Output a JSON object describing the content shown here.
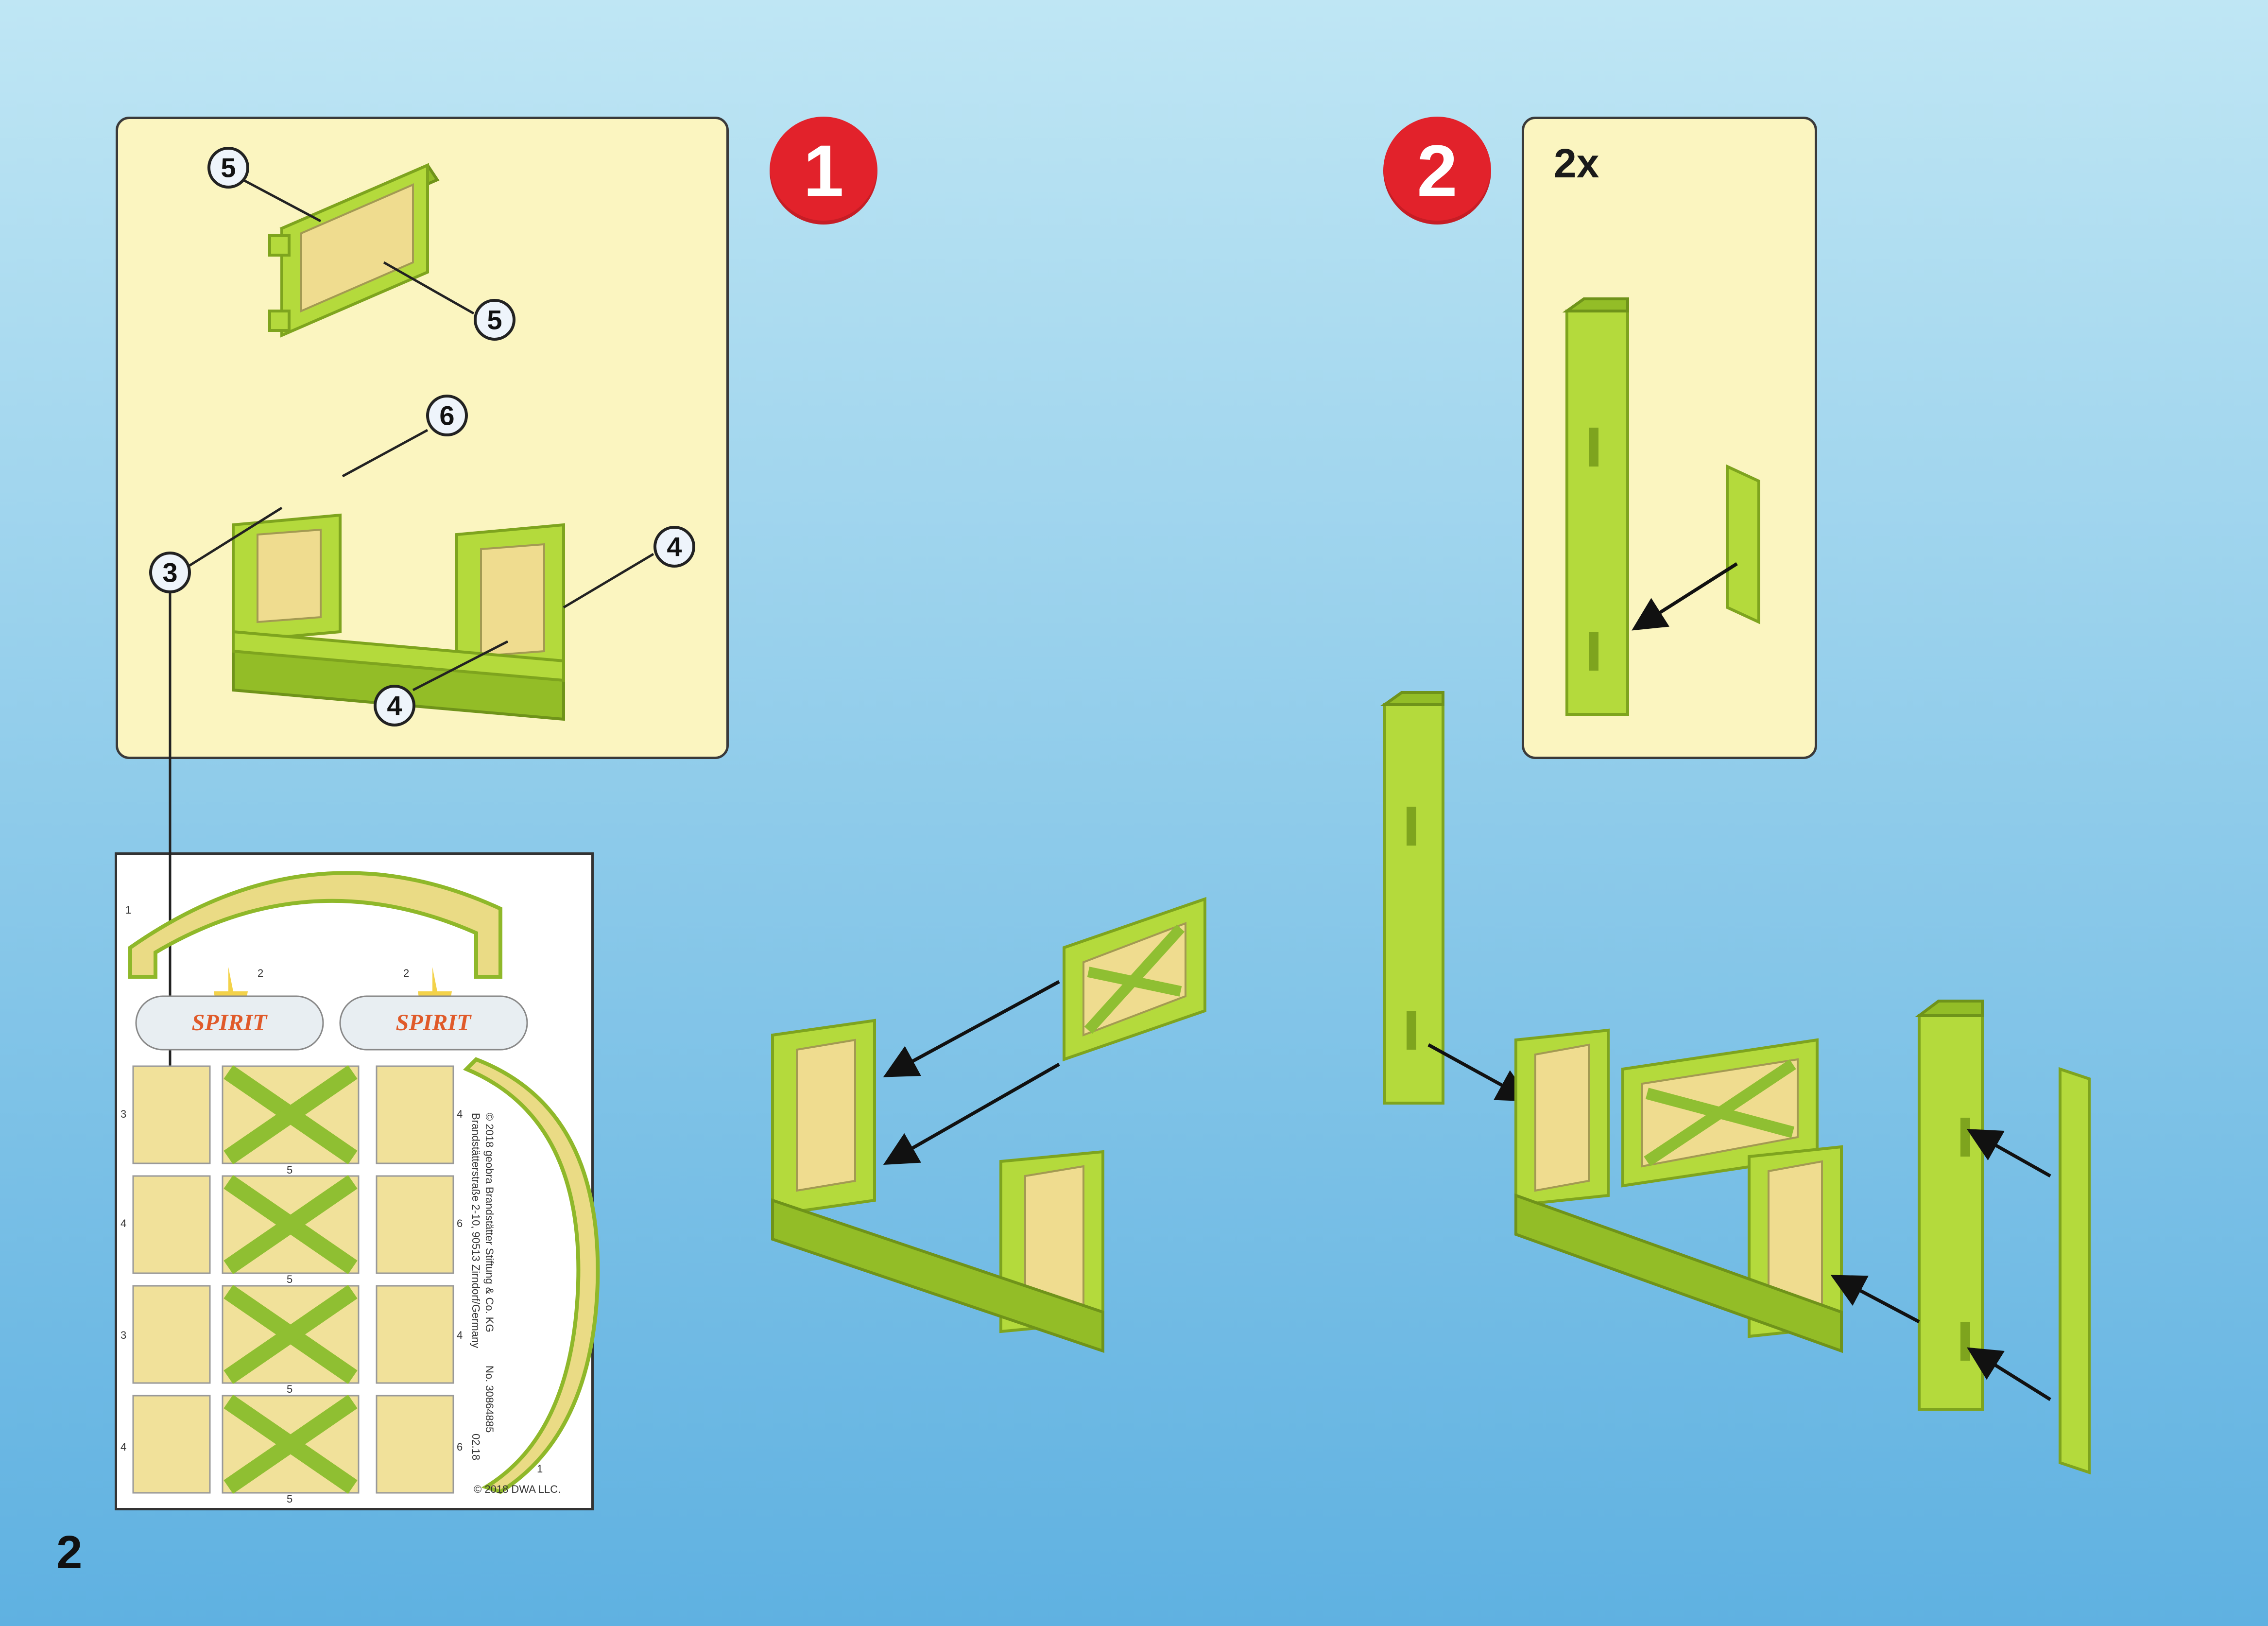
{
  "steps": [
    {
      "number": "1"
    },
    {
      "number": "2",
      "multiplier": "2x"
    }
  ],
  "callouts": {
    "c1": "5",
    "c2": "5",
    "c3": "6",
    "c4": "4",
    "c5": "3",
    "c6": "4"
  },
  "sticker_sheet": {
    "labels": {
      "row1": "1",
      "heart_a": "2",
      "heart_b": "2",
      "r1_left": "3",
      "r1_mid": "5",
      "r1_right": "4",
      "r2_left": "4",
      "r2_mid": "5",
      "r2_right": "6",
      "r3_left": "3",
      "r3_mid": "5",
      "r3_right": "4",
      "r4_left": "4",
      "r4_mid": "5",
      "r4_right": "6",
      "arch_bottom": "1"
    },
    "brand_a": "SPIRIT",
    "brand_b": "SPIRIT",
    "legal_1": "© 2018 geobra Brandstätter Stiftung & Co. KG",
    "legal_2": "Brandstätterstraße 2-10, 90513 Zirndorf/Germany",
    "part_no": "No. 30864885",
    "date_code": "02.18",
    "copyright": "© 2018 DWA LLC."
  },
  "page_number": "2",
  "colors": {
    "step_badge": "#e2222b",
    "panel_bg": "#fbf5c0",
    "part_lime": "#b4da3c",
    "part_wood": "#efdc8f"
  }
}
